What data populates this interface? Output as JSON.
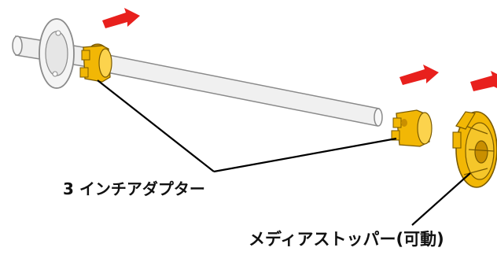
{
  "labels": {
    "adapter": "3 インチアダプター",
    "stopper": "メディアストッパー(可動)"
  },
  "colors": {
    "arrow": "#e8201d",
    "adapter_fill": "#f2b705",
    "adapter_dark": "#c98f00",
    "metal": "#bdbdbd",
    "metal_dark": "#8a8a8a",
    "leader_line": "#000000"
  },
  "icons": {
    "arrow": "push-right-arrow-icon",
    "spindle": "roll-spindle",
    "adapter": "three-inch-adapter",
    "stopper": "media-stopper"
  }
}
